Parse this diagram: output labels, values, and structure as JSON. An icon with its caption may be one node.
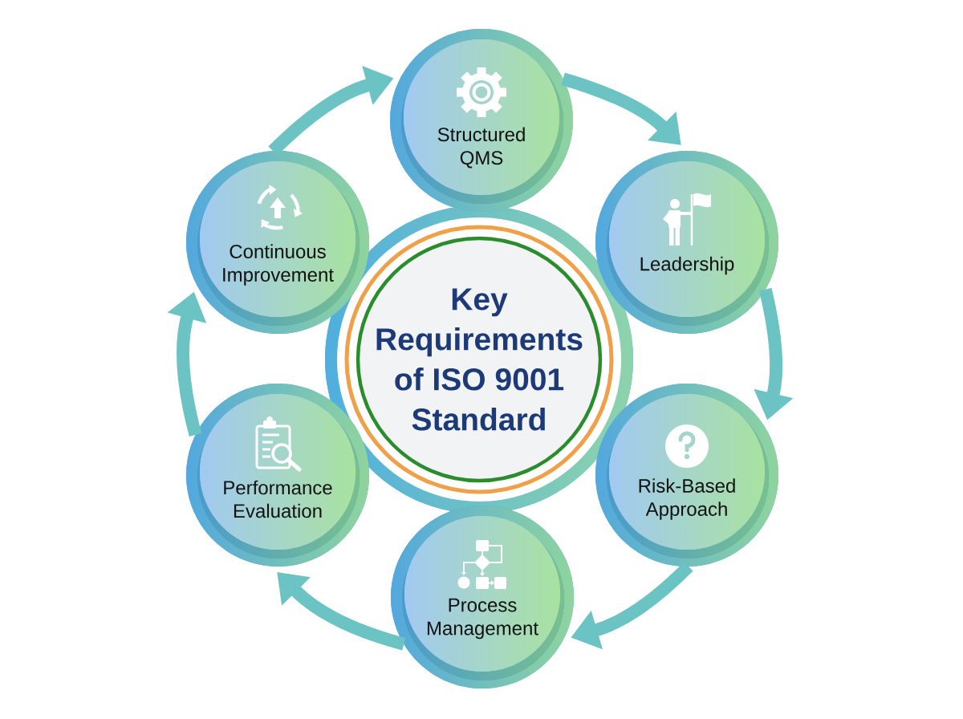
{
  "diagram": {
    "nodes": [
      {
        "text": [
          "Key Requirements of ISO 9001 Standard"
        ]
      },
      {
        "text": [
          "Structured QMS"
        ]
      },
      {
        "text": [
          "Leadership"
        ]
      },
      {
        "text": [
          "Risk-Based Approach"
        ]
      },
      {
        "text": [
          "Process Management"
        ]
      },
      {
        "text": [
          "Performance Evaluation"
        ]
      },
      {
        "text": [
          "Continuous Improvement"
        ]
      }
    ],
    "edges": [
      {
        "from": 1,
        "to": 2,
        "arrow": "to"
      },
      {
        "from": 2,
        "to": 3,
        "arrow": "to"
      },
      {
        "from": 3,
        "to": 4,
        "arrow": "to"
      },
      {
        "from": 4,
        "to": 5,
        "arrow": "to"
      },
      {
        "from": 5,
        "to": 6,
        "arrow": "to"
      },
      {
        "from": 6,
        "to": 1,
        "arrow": "to"
      }
    ]
  }
}
